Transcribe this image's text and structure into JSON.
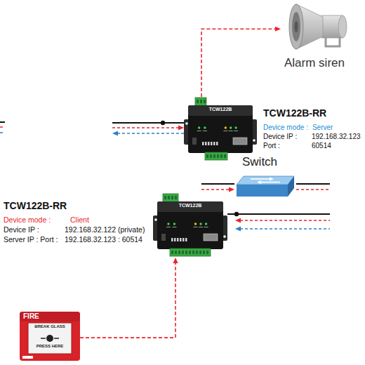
{
  "diagram": {
    "nodes": [
      {
        "text": [
          "Alarm siren"
        ]
      },
      {
        "text": [
          "TCW122B-RR",
          "TCW122B",
          "Device mode :",
          "Server",
          "Device IP :",
          "192.168.32.123",
          "Port :",
          "60514"
        ]
      },
      {
        "text": [
          "Switch"
        ]
      },
      {
        "text": [
          "TCW122B-RR",
          "TCW122B",
          "Device mode :",
          "Client",
          "Device IP :",
          "192.168.32.122 (private)",
          "Server IP : Port :",
          "192.168.32.123 : 60514"
        ]
      },
      {
        "text": [
          "FIRE",
          "BREAK GLASS",
          "PRESS HERE"
        ]
      }
    ],
    "edges": [
      {
        "from": 1,
        "to": 0,
        "arrow": "to"
      },
      {
        "from": 4,
        "to": 3,
        "arrow": "to"
      }
    ]
  }
}
